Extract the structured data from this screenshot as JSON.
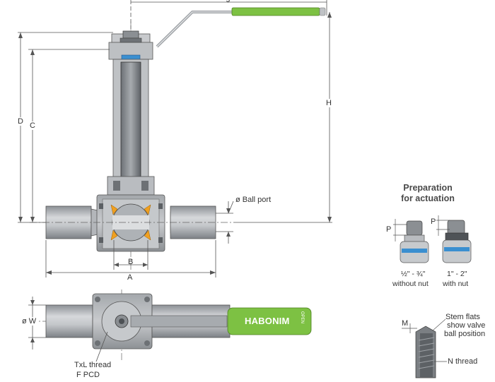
{
  "dimensions": {
    "J": "J",
    "H": "H",
    "D": "D",
    "C": "C",
    "A": "A",
    "B": "B",
    "W": "ø W",
    "ball_port": "ø Ball port",
    "thread": "TxL thread",
    "pcd": "F PCD",
    "P1": "P",
    "P2": "P",
    "M": "M"
  },
  "brand": {
    "name": "HABONIM",
    "open": "OPEN"
  },
  "actuation": {
    "heading_line1": "Preparation",
    "heading_line2": "for actuation",
    "small_sizes": "½\" - ¾\"",
    "small_note": "without nut",
    "large_sizes": "1\" - 2\"",
    "large_note": "with nut"
  },
  "stem": {
    "flats_line1": "Stem flats",
    "flats_line2": "show valve",
    "flats_line3": "ball position",
    "n_thread": "N thread"
  },
  "colors": {
    "handle_green": "#7dc143",
    "seat_orange": "#f0a020",
    "seal_blue": "#3a8fd0",
    "metal": "#b9bcc0",
    "metal_dark": "#6f7377"
  }
}
